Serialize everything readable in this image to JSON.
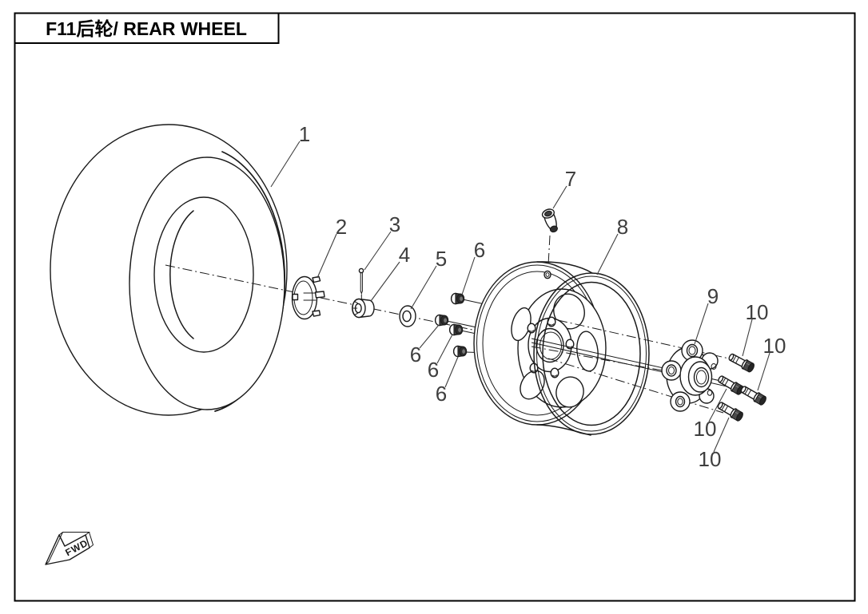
{
  "title": "F11后轮/ REAR WHEEL",
  "fwd_marker": "FWD",
  "colors": {
    "ink": "#1a1a1a",
    "label": "#3e3e3e",
    "paper": "#ffffff"
  },
  "callouts": [
    "1",
    "2",
    "3",
    "4",
    "5",
    "6",
    "6",
    "6",
    "6",
    "7",
    "8",
    "9",
    "10",
    "10",
    "10",
    "10"
  ]
}
